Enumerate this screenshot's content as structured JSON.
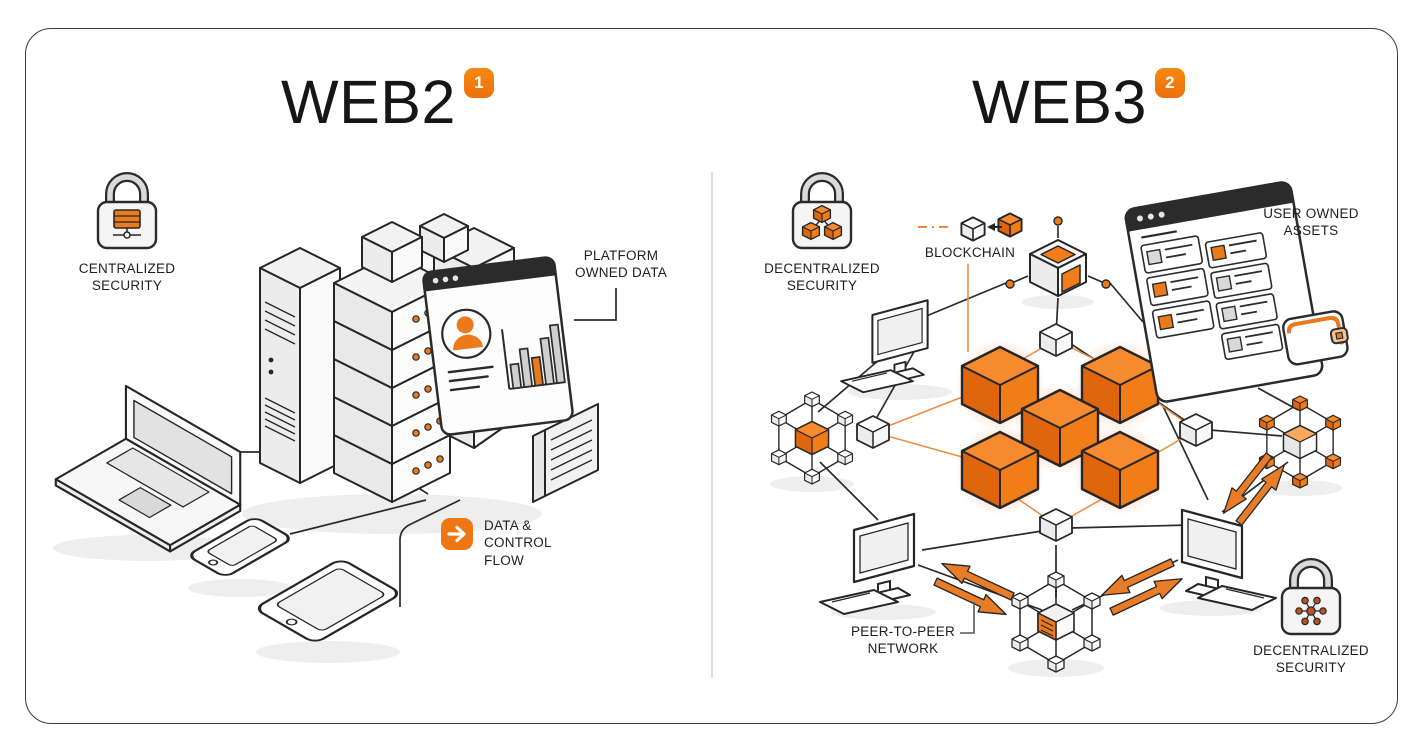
{
  "colors": {
    "accent": "#EE7713",
    "cube_top": "#F78A2E",
    "cube_left": "#E0660D",
    "cube_right": "#F07D18",
    "ink": "#262626",
    "divider": "#c9c9c9",
    "border": "#3d3d3d"
  },
  "web2": {
    "title": "WEB2",
    "badge": "1",
    "centralized_security": "CENTRALIZED SECURITY",
    "platform_owned_data": "PLATFORM OWNED DATA",
    "data_control_flow": "DATA & CONTROL FLOW"
  },
  "web3": {
    "title": "WEB3",
    "badge": "2",
    "decentralized_security_top": "DECENTRALIZED SECURITY",
    "blockchain": "BLOCKCHAIN",
    "user_owned_assets": "USER OWNED ASSETS",
    "peer_to_peer_network": "PEER-TO-PEER NETWORK",
    "decentralized_security_bottom": "DECENTRALIZED SECURITY"
  },
  "icons": {
    "lock_centralized": "padlock-with-server",
    "lock_decentralized_cubes": "padlock-with-cubes",
    "lock_decentralized_molecule": "padlock-with-network",
    "data_flow": "arrow-right-box",
    "blockchain_pair": "two-linked-cubes"
  }
}
